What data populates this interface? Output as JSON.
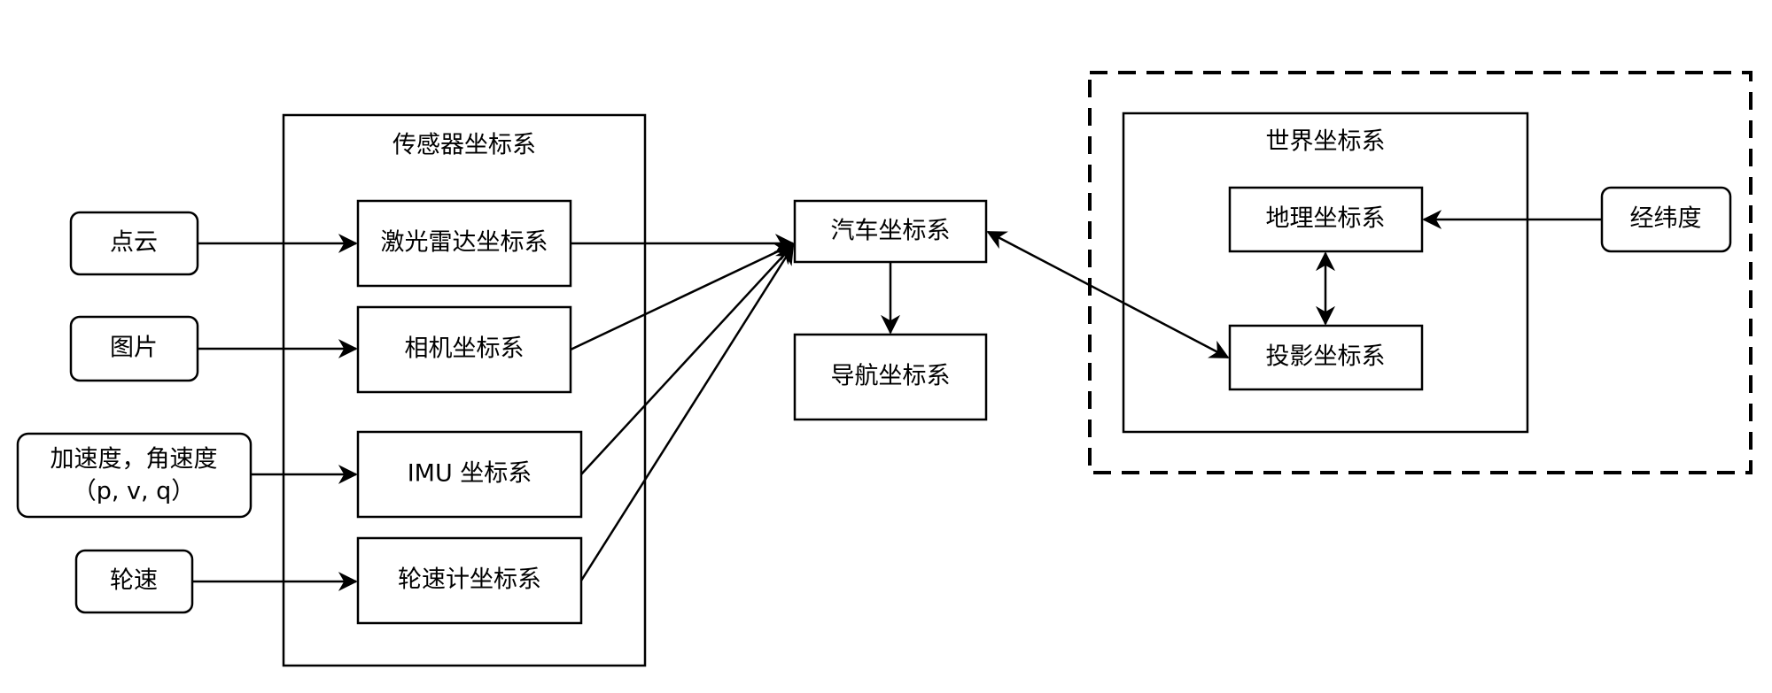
{
  "groups": {
    "sensor_frame": "传感器坐标系",
    "world_frame": "世界坐标系"
  },
  "inputs": {
    "point_cloud": "点云",
    "image": "图片",
    "imu_line1": "加速度，角速度",
    "imu_line2": "（p, v, q）",
    "wheel_speed": "轮速",
    "lat_lon": "经纬度"
  },
  "frames": {
    "lidar": "激光雷达坐标系",
    "camera": "相机坐标系",
    "imu": "IMU 坐标系",
    "odometer": "轮速计坐标系",
    "vehicle": "汽车坐标系",
    "navigation": "导航坐标系",
    "geographic": "地理坐标系",
    "projection": "投影坐标系"
  }
}
